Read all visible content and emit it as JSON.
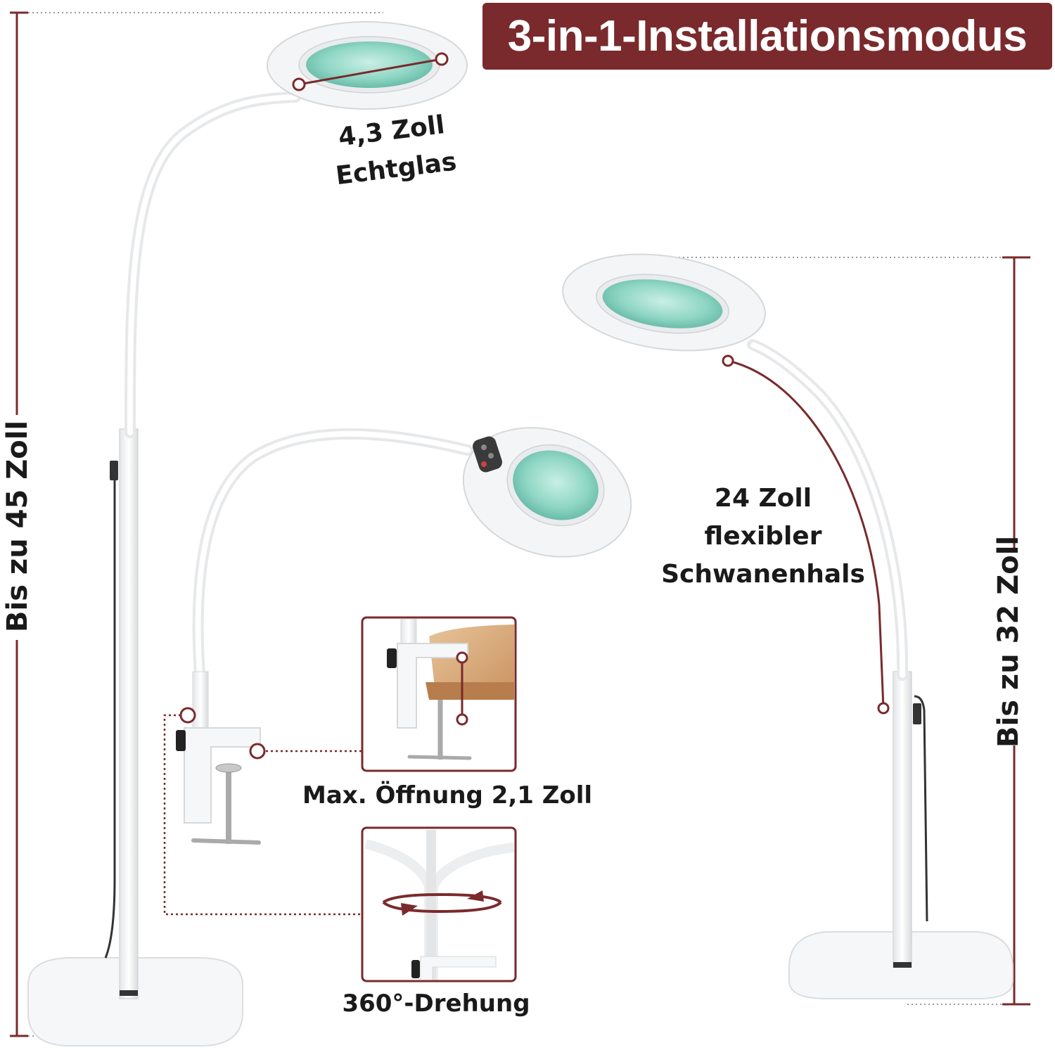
{
  "title": "3-in-1-Installationsmodus",
  "labels": {
    "glass": [
      "4,3 Zoll",
      "Echtglas"
    ],
    "gooseneck": [
      "24 Zoll",
      "flexibler",
      "Schwanenhals"
    ],
    "opening": "Max. Öffnung 2,1 Zoll",
    "rotation": "360°-Drehung",
    "height_floor": "Bis zu 45 Zoll",
    "height_desk": "Bis zu 32 Zoll"
  },
  "colors": {
    "accent": "#7a2a2c",
    "lens": "#8fd6c4",
    "lamp_body": "#f4f5f6",
    "outline": "#d6d8da"
  },
  "icons": [
    "magnifier-lamp-floor",
    "magnifier-lamp-clamp",
    "magnifier-lamp-desk",
    "desk-clamp-detail",
    "rotation-arrows-icon"
  ]
}
